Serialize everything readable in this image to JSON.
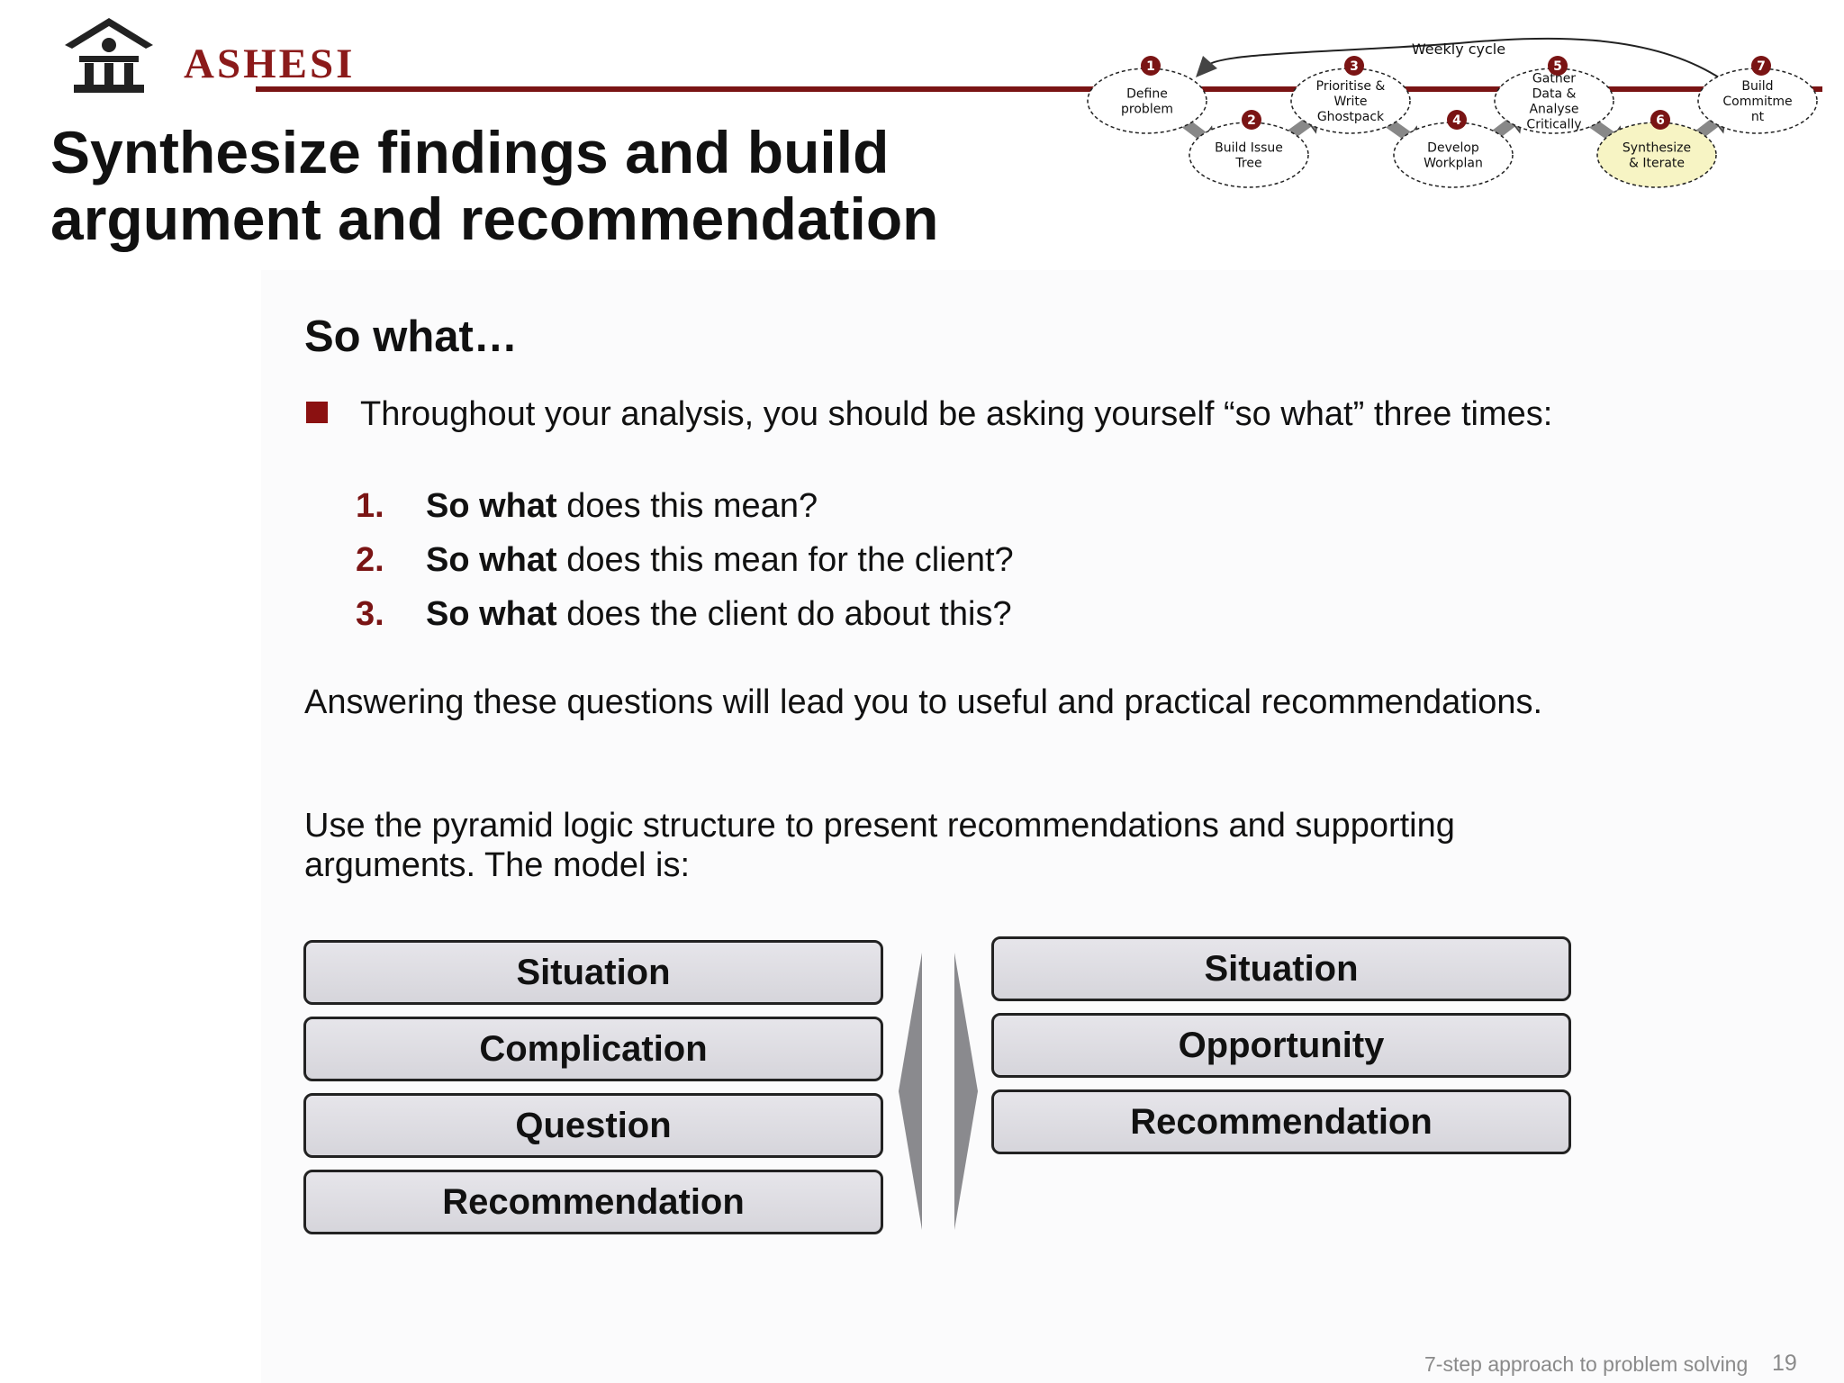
{
  "brand": {
    "name": "ASHESI"
  },
  "title": {
    "line1": "Synthesize findings and build",
    "line2": "argument and recommendation"
  },
  "process": {
    "cycle_label": "Weekly cycle",
    "highlight_color": "#f7f4c4",
    "steps": [
      {
        "num": "1",
        "lines": [
          "Define",
          "problem"
        ]
      },
      {
        "num": "2",
        "lines": [
          "Build Issue",
          "Tree"
        ]
      },
      {
        "num": "3",
        "lines": [
          "Prioritise &",
          "Write",
          "Ghostpack"
        ]
      },
      {
        "num": "4",
        "lines": [
          "Develop",
          "Workplan"
        ]
      },
      {
        "num": "5",
        "lines": [
          "Gather",
          "Data &",
          "Analyse",
          "Critically"
        ]
      },
      {
        "num": "6",
        "lines": [
          "Synthesize",
          "& Iterate"
        ]
      },
      {
        "num": "7",
        "lines": [
          "Build",
          "Commitme",
          "nt"
        ]
      }
    ]
  },
  "subheading": "So what…",
  "bullet": "Throughout your analysis, you should be asking yourself  “so what” three times:",
  "questions": [
    {
      "num": "1.",
      "bold": "So what",
      "rest": " does this mean?"
    },
    {
      "num": "2.",
      "bold": "So what",
      "rest": " does this mean for the client?"
    },
    {
      "num": "3.",
      "bold": "So what",
      "rest": " does the client do about this?"
    }
  ],
  "para1": "Answering these questions will lead you to useful and practical recommendations.",
  "para2": "Use the pyramid logic structure to present recommendations and supporting arguments.  The model is:",
  "model_left": [
    "Situation",
    "Complication",
    "Question",
    "Recommendation"
  ],
  "model_right": [
    "Situation",
    "Opportunity",
    "Recommendation"
  ],
  "footer": {
    "text": "7-step approach to problem solving",
    "page": "19"
  },
  "colors": {
    "brand": "#8b1a1a",
    "accent": "#7a1414"
  }
}
